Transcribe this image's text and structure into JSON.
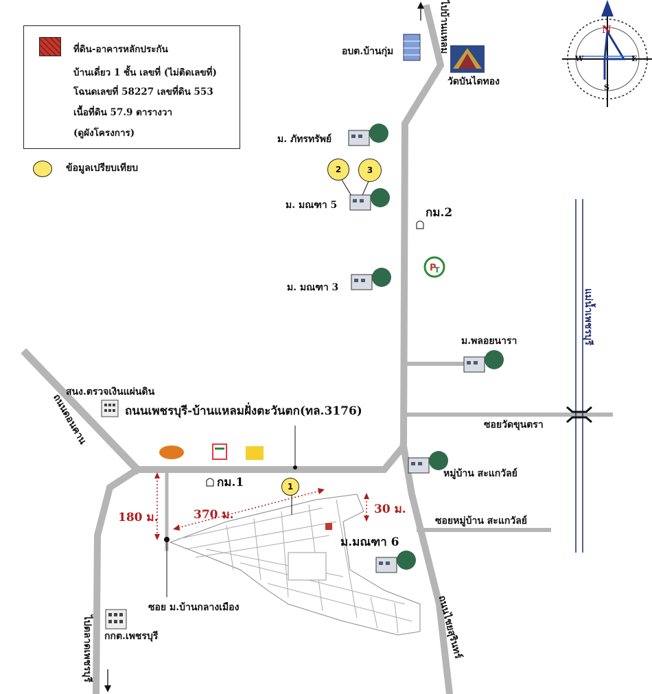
{
  "legend": {
    "collateral_label": "ที่ดิน-อาคารหลักประกัน",
    "collateral_line2": "บ้านเดี่ยว 1 ชั้น เลขที่ (ไม่ติดเลขที่)",
    "collateral_line3": "โฉนดเลขที่ 58227  เลขที่ดิน 553",
    "collateral_line4": "เนื้อที่ดิน 57.9 ตารางวา",
    "collateral_line5": "(ดูผังโครงการ)",
    "compare_label": "ข้อมูลเปรียบเทียบ",
    "collateral_color": "#c0392b",
    "compare_color": "#fbe86a"
  },
  "compass": {
    "n": "N",
    "s": "S",
    "e": "E",
    "w": "W"
  },
  "roads": {
    "ban_laem": "ไปบ้านแหลม",
    "main_road": "ถนนเพชรบุรี-บ้านแหลมฝั่งตะวันตก(ทล.3176)",
    "don_khan": "ถนนดอนคาน",
    "to_talat": "ไปตลาดเพชรบุรี",
    "chai_surin": "ถนนไชยสุรินทร์",
    "soi_wat": "ซอยวัดขุนตรา",
    "soi_village": "ซอยหมู่บ้าน สะแกวัลย์",
    "soi_ban_klang": "ซอย ม.บ้านกลางเมือง"
  },
  "river": "แม่น้ำเพชรบุรี",
  "places": {
    "obt": "อบต.บ้านกุ่ม",
    "wat": "วัดบันไดทอง",
    "pattharasap": "ม. ภัทรทรัพย์",
    "manthana5": "ม. มณฑา 5",
    "manthana3": "ม. มณฑา 3",
    "manthana6": "ม.มณฑา 6",
    "pholyanara": "ม.พลอยนารา",
    "sakaewan": "หมู่บ้าน สะแกวัลย์",
    "audit_office": "สนง.ตรวจเงินแผ่นดิน",
    "kkt": "กกต.เพชรบุรี",
    "km1": "กม.1",
    "km2": "กม.2"
  },
  "markers": {
    "m1": "1",
    "m2": "2",
    "m3": "3"
  },
  "distances": {
    "d180": "180 ม.",
    "d370": "370 ม.",
    "d30": "30 ม."
  },
  "colors": {
    "road": "#b3b3b3",
    "road_edge": "#8e8e8e",
    "distance": "#b01d1d",
    "river": "#1f2a6b"
  }
}
